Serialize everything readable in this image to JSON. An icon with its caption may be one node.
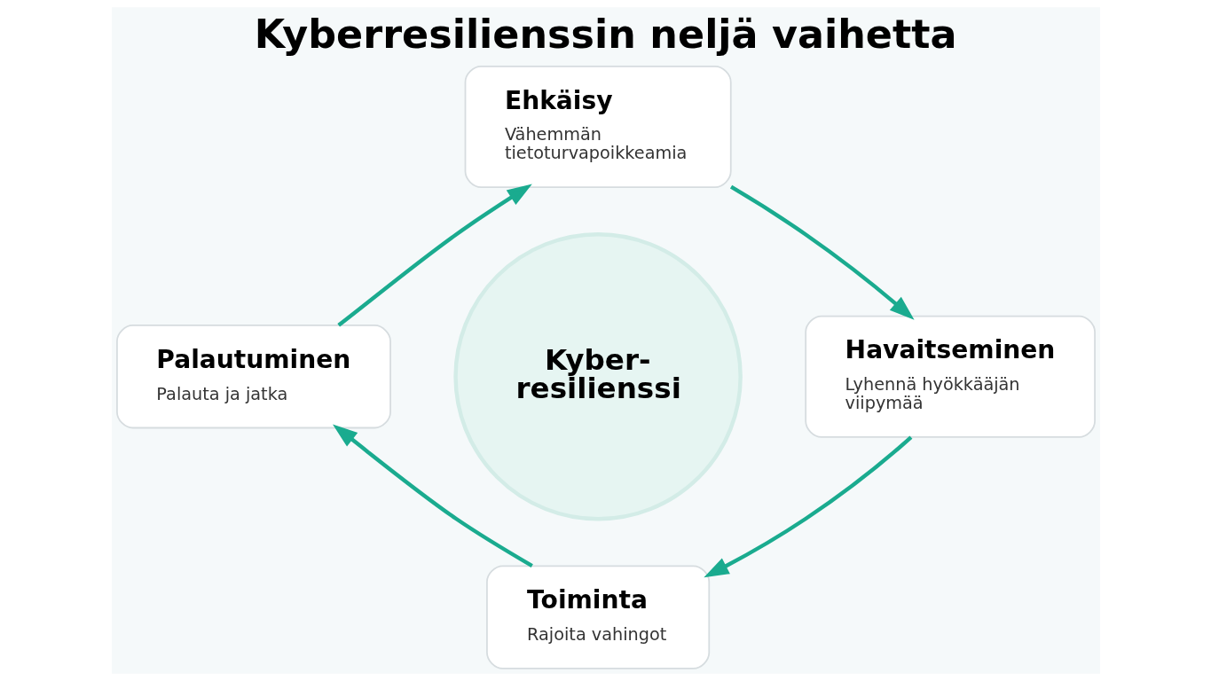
{
  "diagram": {
    "title": "Kyberresilienssin neljä vaihetta",
    "nodes": [
      {
        "text": [
          "Ehkäisy",
          "Vähemmän tietoturvapoikkeamia"
        ]
      },
      {
        "text": [
          "Havaitseminen",
          "Lyhennä hyökkääjän viipymää"
        ]
      },
      {
        "text": [
          "Toiminta",
          "Rajoita vahingot"
        ]
      },
      {
        "text": [
          "Palautuminen",
          "Palauta ja jatka"
        ]
      },
      {
        "text": [
          "Kyber- resilienssi"
        ]
      }
    ],
    "edges": [
      {
        "from": 0,
        "to": 1,
        "arrow": "to"
      },
      {
        "from": 1,
        "to": 2,
        "arrow": "to"
      },
      {
        "from": 2,
        "to": 3,
        "arrow": "to"
      },
      {
        "from": 3,
        "to": 0,
        "arrow": "to"
      }
    ]
  }
}
